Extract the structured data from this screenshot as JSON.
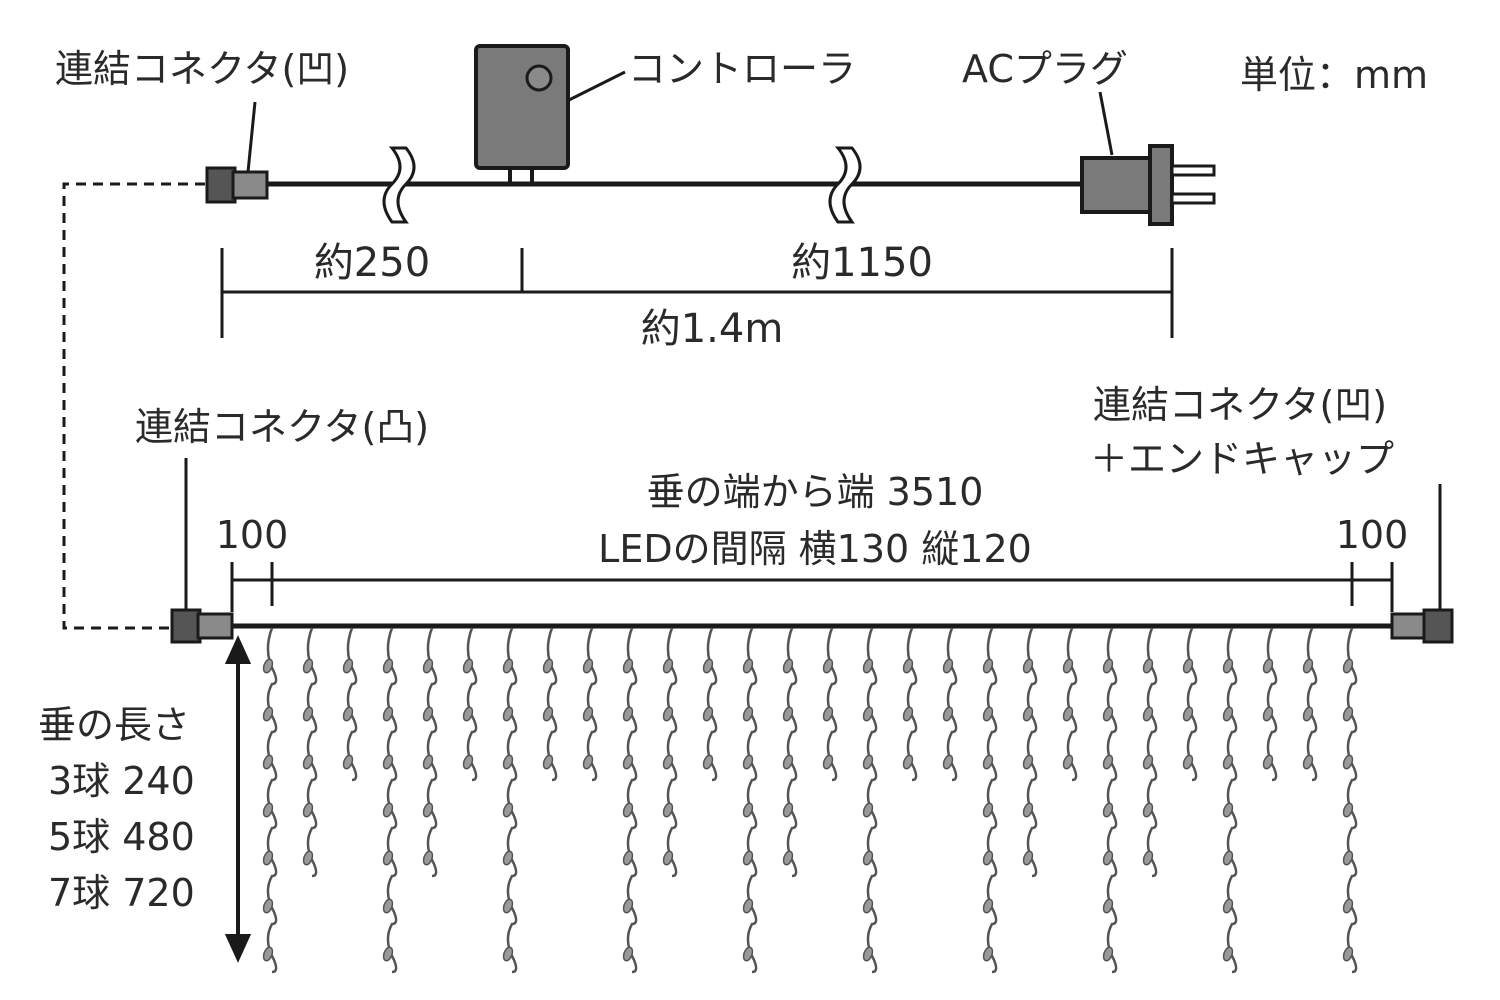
{
  "unit_label": "単位：mm",
  "top_section": {
    "connector_female_label": "連結コネクタ(凹)",
    "controller_label": "コントローラ",
    "ac_plug_label": "ACプラグ",
    "dim_left": "約250",
    "dim_right": "約1150",
    "dim_total": "約1.4m"
  },
  "bottom_section": {
    "connector_male_label": "連結コネクタ(凸)",
    "connector_female_end_label_line1": "連結コネクタ(凹)",
    "connector_female_end_label_line2": "＋エンドキャップ",
    "span_label": "垂の端から端 3510",
    "spacing_label": "LEDの間隔 横130 縦120",
    "margin_left": "100",
    "margin_right": "100",
    "drop_length_title": "垂の長さ",
    "drop_lengths": [
      "3球 240",
      "5球 480",
      "7球 720"
    ]
  },
  "colors": {
    "line": "#1a1a1a",
    "device_fill": "#7a7a7a",
    "connector_dark": "#555555",
    "connector_light": "#8a8a8a",
    "led": "#9a9a9a",
    "strand": "#555555"
  }
}
